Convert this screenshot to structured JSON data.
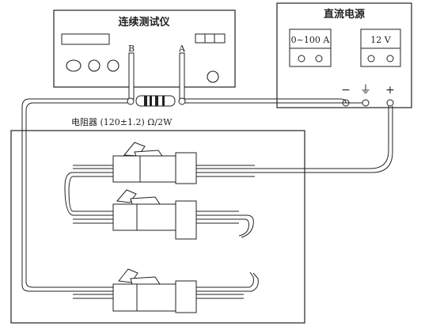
{
  "tester": {
    "title": "连续测试仪",
    "terminal_b": "B",
    "terminal_a": "A"
  },
  "power": {
    "title": "直流电源",
    "current_display": "0~100 A",
    "voltage_display": "12 V",
    "minus": "−",
    "ground": "⏚",
    "plus": "+"
  },
  "resistor_label": "电阻器 (120±1.2) Ω/2W"
}
